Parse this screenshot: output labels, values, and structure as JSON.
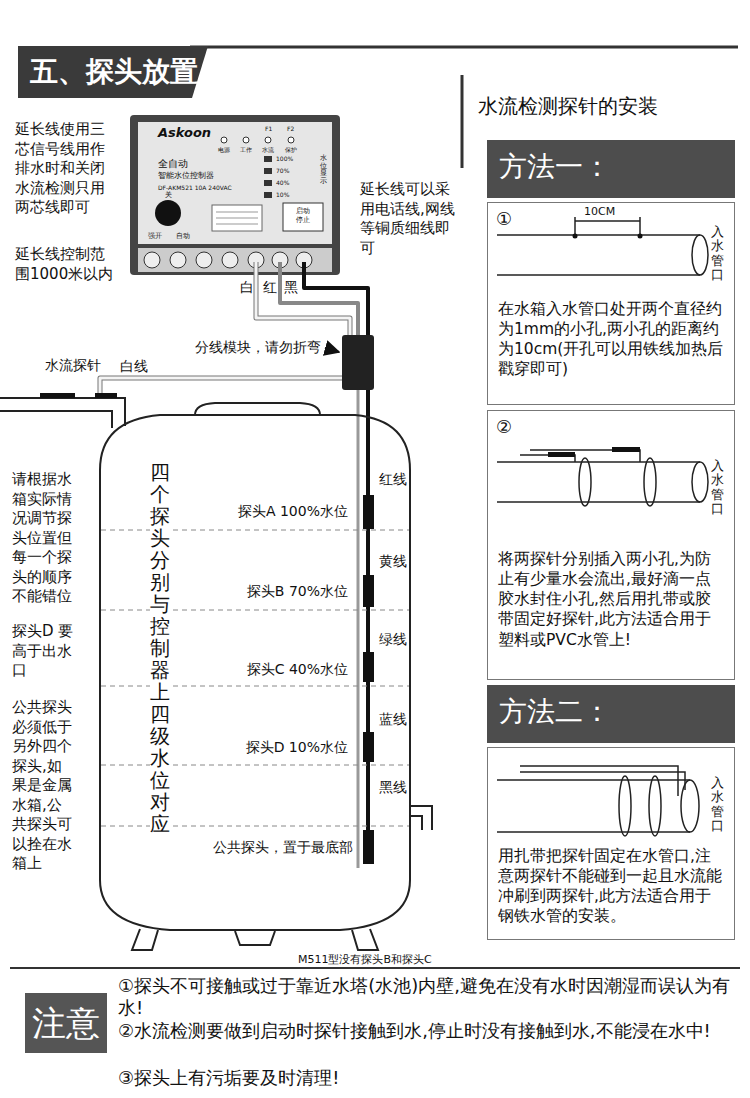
{
  "diagram": {
    "title": "五、探头放置",
    "nodes": [
      {
        "text": [
          "Askoon",
          "全自动",
          "智能水位控制器",
          "DF-AKM521 10A 240VAC",
          "电源",
          "工作",
          "水流",
          "保护",
          "F1",
          "F2",
          "水位显示",
          "100%",
          "70%",
          "40%",
          "10%",
          "关",
          "强开",
          "自动",
          "启动停止"
        ]
      },
      {
        "text": [
          "四个探头分别与控制器上四级水位对应"
        ]
      },
      {
        "text": [
          "方法一："
        ]
      },
      {
        "text": [
          "①",
          "10CM",
          "入水管口",
          "在水箱入水管口处开两个直径约为1mm的小孔,两小孔的距离约为10cm(开孔可以用铁线加热后戳穿即可)"
        ]
      },
      {
        "text": [
          "②",
          "入水管口",
          "将两探针分别插入两小孔,为防止有少量水会流出,最好滴一点胶水封住小孔,然后用扎带或胶带固定好探针,此方法适合用于塑料或PVC水管上!"
        ]
      },
      {
        "text": [
          "方法二："
        ]
      },
      {
        "text": [
          "入水管口",
          "用扎带把探针固定在水管口,注意两探针不能碰到一起且水流能冲刷到两探针,此方法适合用于钢铁水管的安装。"
        ]
      },
      {
        "text": [
          "注意"
        ]
      }
    ],
    "labels": [
      "延长线使用三芯信号线用作排水时和关闭水流检测只用两芯线即可",
      "延长线控制范围1000米以内",
      "延长线可以采用电话线,网线等铜质细线即可",
      "白",
      "红",
      "黑",
      "水流探针",
      "白线",
      "分线模块，请勿折弯",
      "红线",
      "探头A 100%水位",
      "黄线",
      "探头B 70%水位",
      "绿线",
      "探头C 40%水位",
      "蓝线",
      "探头D 10%水位",
      "黑线",
      "公共探头，置于最底部",
      "请根据水箱实际情况调节探头位置但每一个探头的顺序不能错位",
      "探头D 要高于出水口",
      "公共探头必须低于另外四个探头,如果是金属水箱,公共探头可以拴在水箱上",
      "M511型没有探头B和探头C",
      "水流检测探针的安装",
      "①探头不可接触或过于靠近水塔(水池)内壁,避免在没有水时因潮湿而误认为有水!",
      "②水流检测要做到启动时探针接触到水,停止时没有接触到水,不能浸在水中!",
      "③探头上有污垢要及时清理!"
    ]
  }
}
